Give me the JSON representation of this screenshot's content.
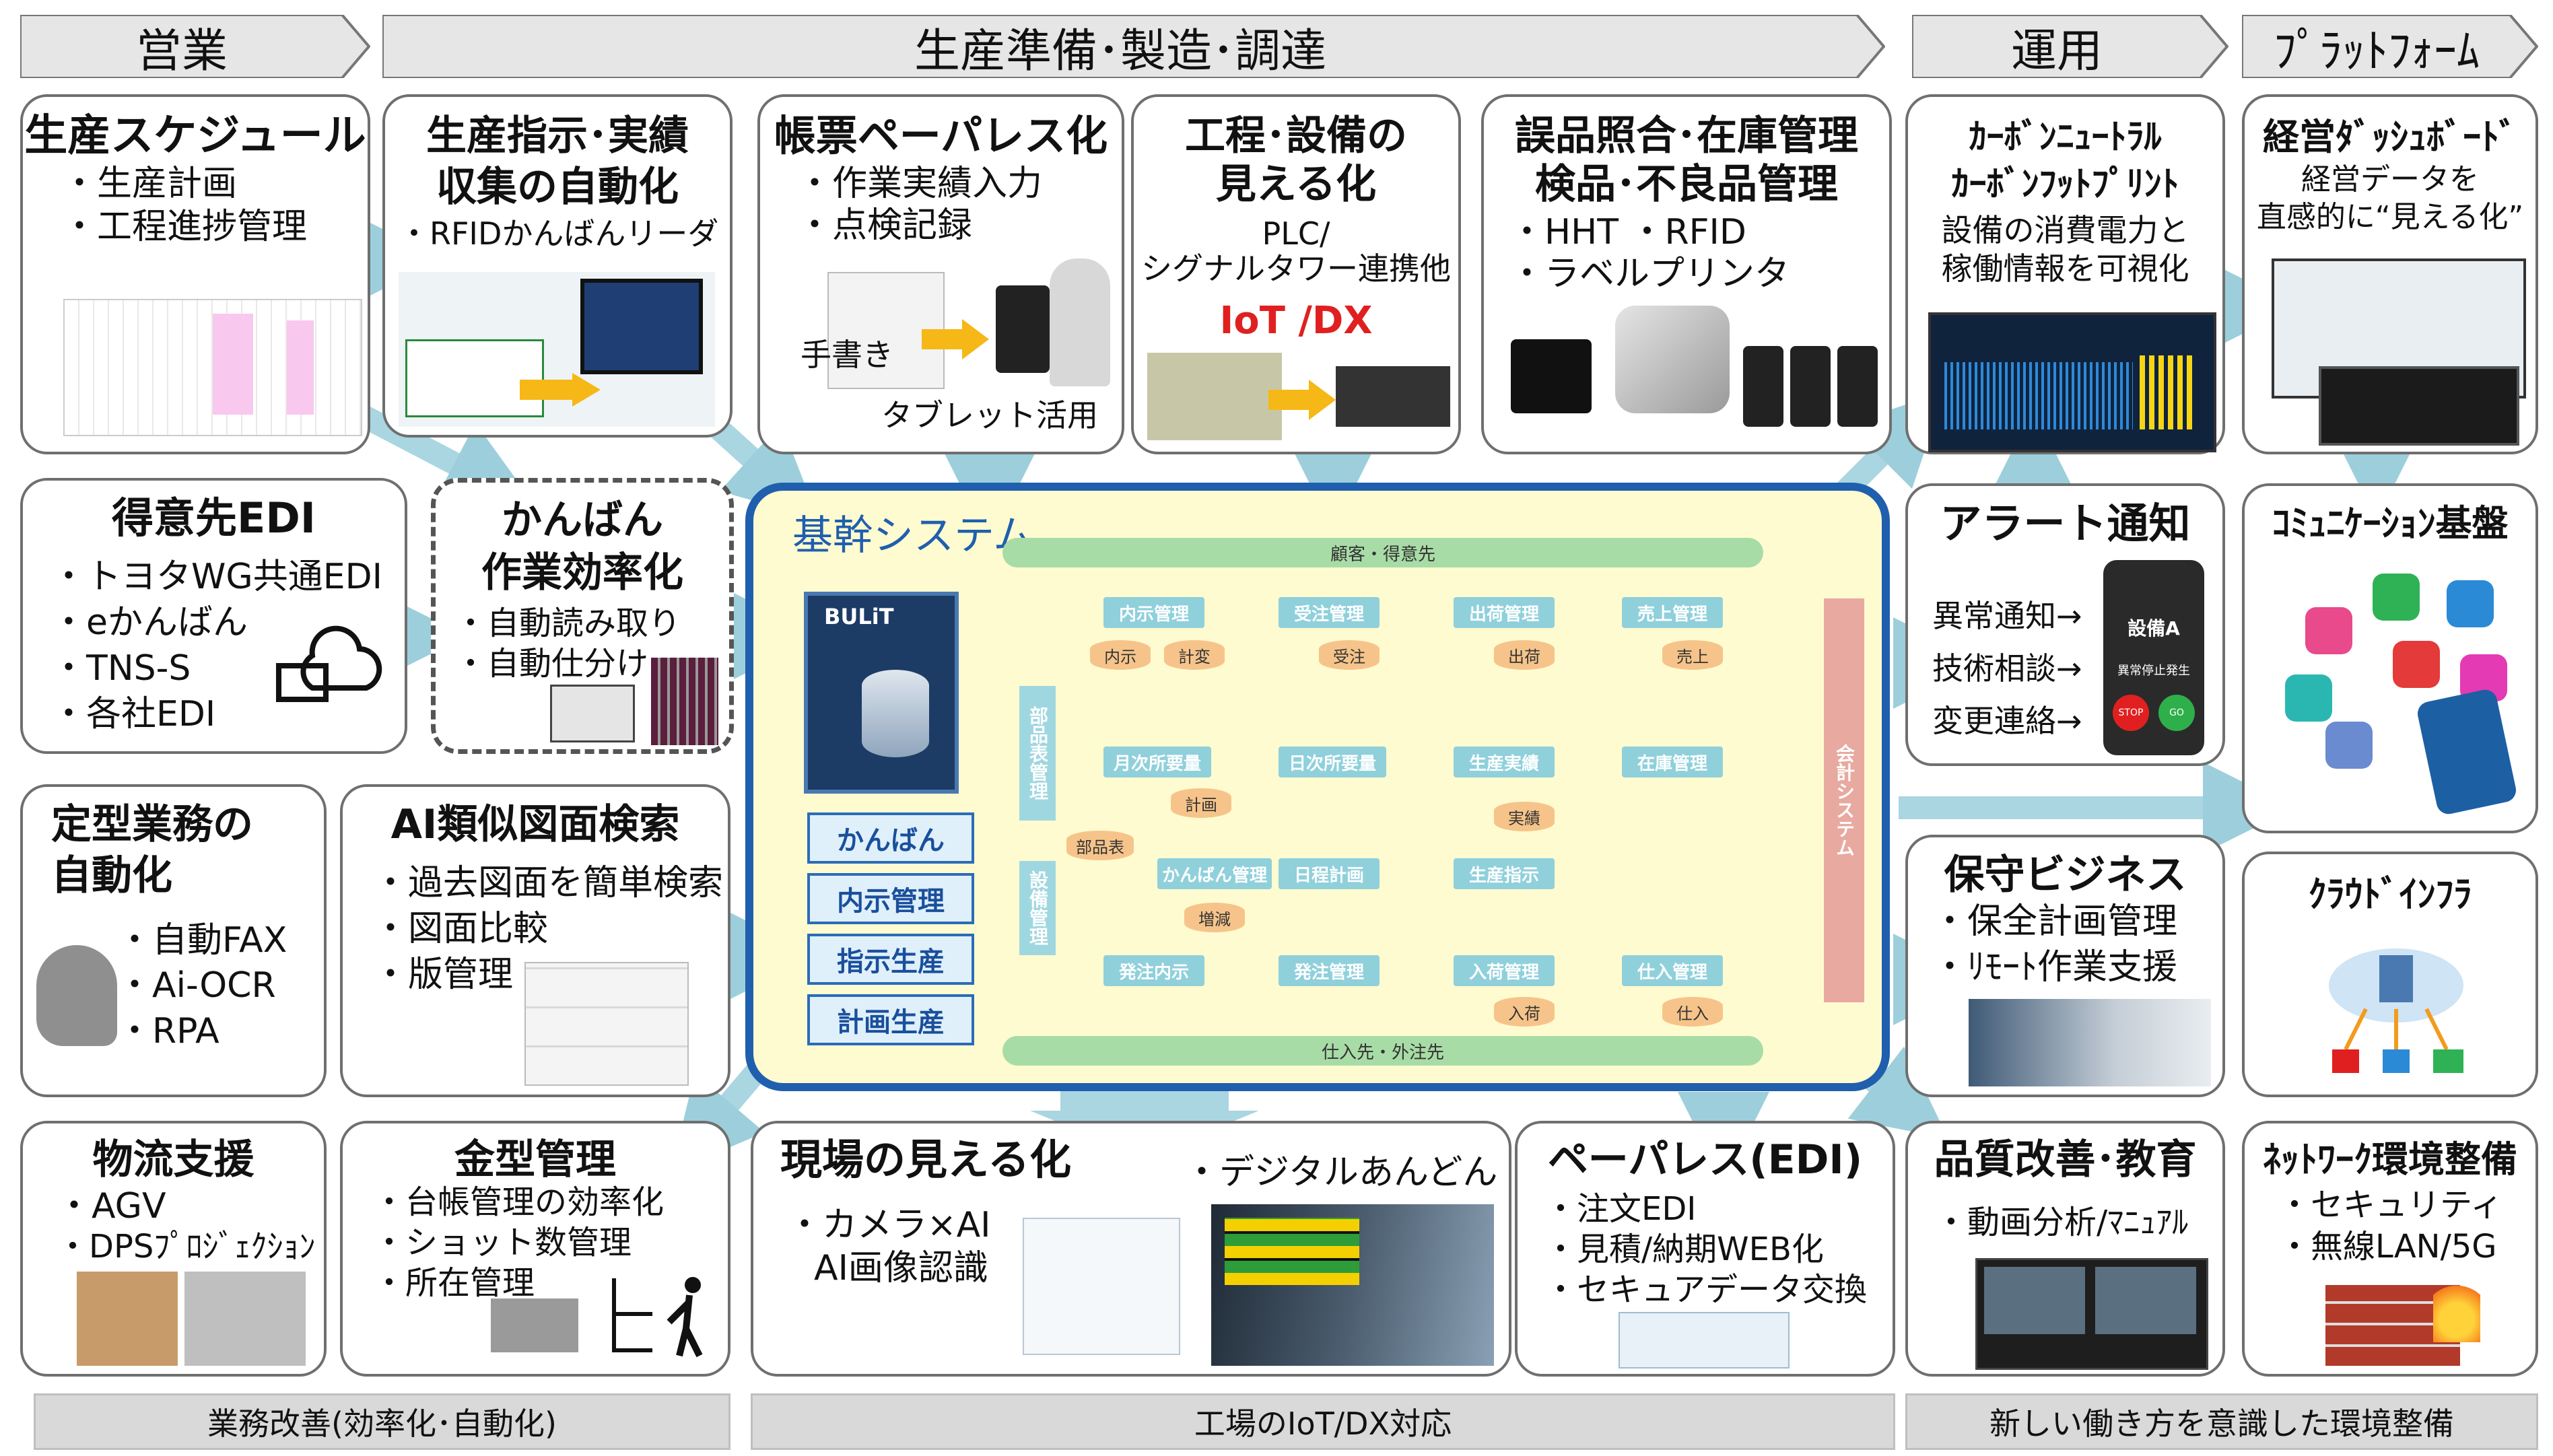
{
  "phases": {
    "sales": "営業",
    "production": "生産準備･製造･調達",
    "operation": "運用",
    "platform": "ﾌﾟﾗｯﾄﾌｫｰﾑ"
  },
  "cards": {
    "schedule": {
      "title": "生産スケジュール",
      "items": [
        "・生産計画",
        "・工程進捗管理"
      ]
    },
    "instruction": {
      "title1": "生産指示･実績",
      "title2": "収集の自動化",
      "items": [
        "・RFIDかんばんリーダ"
      ]
    },
    "paperless_form": {
      "title": "帳票ペーパレス化",
      "items": [
        "・作業実績入力",
        "・点検記録"
      ],
      "handwritten": "手書き",
      "tablet": "タブレット活用"
    },
    "process_visual": {
      "title1": "工程･設備の",
      "title2": "見える化",
      "sub1": "PLC/",
      "sub2": "シグナルタワー連携他",
      "tag": "IoT /DX"
    },
    "misplace": {
      "title1": "誤品照合･在庫管理",
      "title2": "検品･不良品管理",
      "items": [
        "・HHT ・RFID",
        "・ラベルプリンタ"
      ]
    },
    "carbon": {
      "title1": "ｶｰﾎﾞﾝﾆｭｰﾄﾗﾙ",
      "title2": "ｶｰﾎﾞﾝﾌｯﾄﾌﾟﾘﾝﾄ",
      "items": [
        "設備の消費電力と",
        "稼働情報を可視化"
      ]
    },
    "dashboard": {
      "title": "経営ﾀﾞｯｼｭﾎﾞｰﾄﾞ",
      "items": [
        "経営データを",
        "直感的に“見える化”"
      ]
    },
    "edi": {
      "title": "得意先EDI",
      "items": [
        "・トヨタWG共通EDI",
        "・eかんばん",
        "・TNS-S",
        "・各社EDI"
      ]
    },
    "kanban": {
      "title1": "かんばん",
      "title2": "作業効率化",
      "items": [
        "・自動読み取り",
        "・自動仕分け"
      ]
    },
    "alert": {
      "title": "アラート通知",
      "items": [
        "異常通知→",
        "技術相談→",
        "変更連絡→"
      ],
      "phone_title": "設備A",
      "phone_msg": "異常停止発生",
      "stop": "STOP",
      "go": "GO"
    },
    "communication": {
      "title": "ｺﾐｭﾆｹｰｼｮﾝ基盤"
    },
    "routine": {
      "title1": "定型業務の",
      "title2": "自動化",
      "items": [
        "・自動FAX",
        "・Ai-OCR",
        "・RPA"
      ]
    },
    "ai_search": {
      "title": "AI類似図面検索",
      "items": [
        "・過去図面を簡単検索",
        "・図面比較",
        "・版管理"
      ]
    },
    "maintenance": {
      "title": "保守ビジネス",
      "items": [
        "・保全計画管理",
        "・ﾘﾓｰﾄ作業支援"
      ]
    },
    "cloud": {
      "title": "ｸﾗｳﾄﾞｲﾝﾌﾗ"
    },
    "logistics": {
      "title": "物流支援",
      "items": [
        "・AGV",
        "・DPSﾌﾟﾛｼﾞｪｸｼｮﾝ"
      ]
    },
    "mold": {
      "title": "金型管理",
      "items": [
        "・台帳管理の効率化",
        "・ショット数管理",
        "・所在管理"
      ]
    },
    "site_visual": {
      "title": "現場の見える化",
      "items": [
        "・カメラ×AI",
        "AI画像認識"
      ],
      "andon": "・デジタルあんどん"
    },
    "paperless_edi": {
      "title": "ペーパレス(EDI)",
      "items": [
        "・注文EDI",
        "・見積/納期WEB化",
        "・セキュアデータ交換"
      ]
    },
    "quality": {
      "title": "品質改善･教育",
      "items": [
        "・動画分析/ﾏﾆｭｱﾙ"
      ]
    },
    "network": {
      "title": "ﾈｯﾄﾜｰｸ環境整備",
      "items": [
        "・セキュリティ",
        "・無線LAN/5G"
      ]
    }
  },
  "core": {
    "title": "基幹システム",
    "logo": "BULiT",
    "buttons": [
      "かんばん",
      "内示管理",
      "指示生産",
      "計画生産"
    ],
    "top_band": "顧客・得意先",
    "bottom_band": "仕入先・外注先",
    "left_bars": [
      "部品表管理",
      "設備管理"
    ],
    "accounting": "会計システム",
    "nodes": {
      "naiji_kanri": "内示管理",
      "juchu_kanri": "受注管理",
      "shukka_kanri": "出荷管理",
      "uriage_kanri": "売上管理",
      "getsuji": "月次所要量",
      "nichiji": "日次所要量",
      "seisan_jisseki": "生産実績",
      "zaiko_kanri": "在庫管理",
      "kanban_kanri": "かんばん管理",
      "nittei": "日程計画",
      "seisan_shiji": "生産指示",
      "hacchu_naiji": "発注内示",
      "hacchu_kanri": "発注管理",
      "nyuka_kanri": "入荷管理",
      "shiire_kanri": "仕入管理"
    },
    "data": {
      "naiji": "内示",
      "keihen": "計変",
      "juchu": "受注",
      "shukka": "出荷",
      "uriage": "売上",
      "keikaku": "計画",
      "jisseki": "実績",
      "buhinhyo": "部品表",
      "zougen": "増減",
      "nyuka": "入荷",
      "shiire": "仕入"
    }
  },
  "footers": [
    "業務改善(効率化･自動化)",
    "工場のIoT/DX対応",
    "新しい働き方を意識した環境整備"
  ],
  "colors": {
    "core_border": "#1f5fae",
    "core_bg": "#fffbd0",
    "node": "#8fd0db",
    "data": "#f6c48a",
    "arrow": "#a9d6e0",
    "iot_red": "#e02020"
  }
}
